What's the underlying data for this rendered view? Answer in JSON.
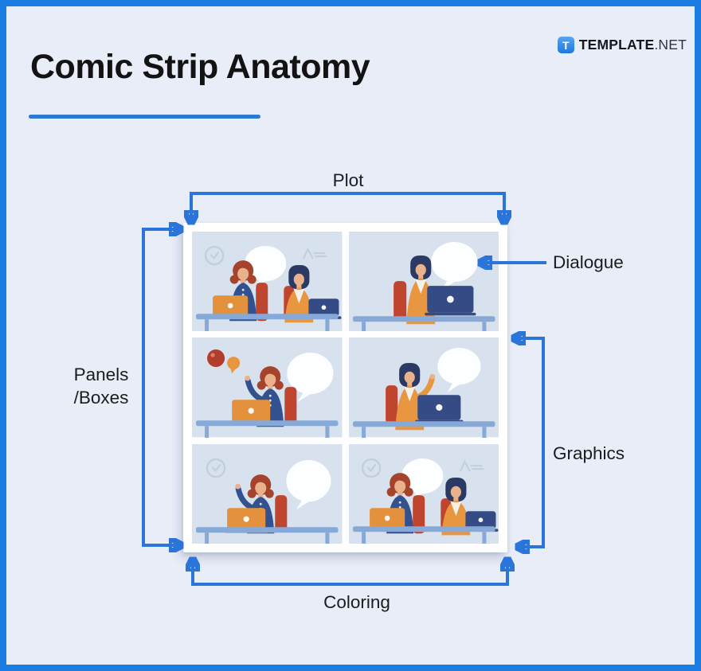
{
  "header": {
    "title": "Comic Strip Anatomy",
    "brand": {
      "icon_letter": "T",
      "name_bold": "TEMPLATE",
      "name_suffix": ".NET"
    }
  },
  "diagram": {
    "labels": {
      "plot": "Plot",
      "dialogue": "Dialogue",
      "panels_boxes_line1": "Panels",
      "panels_boxes_line2": "/Boxes",
      "graphics": "Graphics",
      "coloring": "Coloring"
    },
    "panels": [
      {
        "id": 1,
        "scene": "duo",
        "description": "Two women working on laptops at a shared desk, speech bubble between them, wall clock and bookshelf"
      },
      {
        "id": 2,
        "scene": "bob_solo",
        "description": "Dark bob-haired woman at a navy laptop with a large speech bubble (Dialogue arrow target)"
      },
      {
        "id": 3,
        "scene": "red_balloons",
        "description": "Red-haired woman raising her hand at an orange laptop with floating balloons and a speech bubble"
      },
      {
        "id": 4,
        "scene": "bob_point",
        "description": "Dark bob-haired woman raising a finger at a navy laptop with a speech bubble"
      },
      {
        "id": 5,
        "scene": "red_clock",
        "description": "Red-haired woman raising her hand at an orange laptop with a wall clock and speech bubble"
      },
      {
        "id": 6,
        "scene": "duo",
        "description": "Two women working on laptops at a shared desk, speech bubble between them, wall clock and bookshelf"
      }
    ]
  },
  "palette": {
    "frame_blue": "#1b7ce2",
    "background": "#e9edf8",
    "arrow_blue": "#2b74d9",
    "underline_blue": "#2e7ad3",
    "panel_bg": "#d8e2ef",
    "bubble": "#fdfeff",
    "desk": "#86a9d8",
    "skin": "#eab28c",
    "hair_red": "#a6432c",
    "hair_navy": "#2b3a64",
    "shirt_navy": "#33508f",
    "cardigan_orange": "#e8963f",
    "laptop_orange": "#e3913c",
    "laptop_navy": "#344b85",
    "chair_red": "#c0452f",
    "icon_gray": "#c3cfdd",
    "white_top": "#f4f1ec",
    "balloon_red": "#b13e2c",
    "title_color": "#131313",
    "logo_blue": "#1e78dd"
  }
}
